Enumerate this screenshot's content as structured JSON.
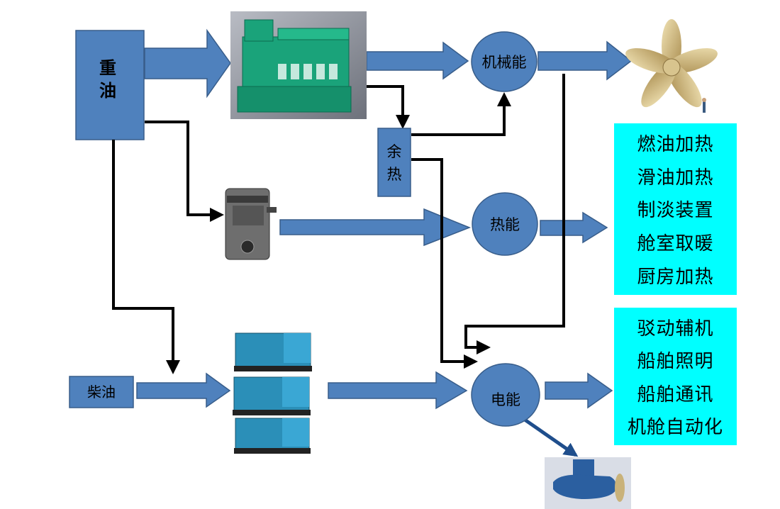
{
  "nodes": {
    "heavy_oil": "重油",
    "waste_heat": "余热",
    "mechanical_energy": "机械能",
    "thermal_energy": "热能",
    "electrical_energy": "电能",
    "diesel_oil": "柴油"
  },
  "heat_uses": [
    "燃油加热",
    "滑油加热",
    "制淡装置",
    "舱室取暖",
    "厨房加热"
  ],
  "electric_uses": [
    "驳动辅机",
    "船舶照明",
    "船舶通讯",
    "机舱自动化"
  ],
  "colors": {
    "box_fill": "#4F81BD",
    "box_stroke": "#385D8A",
    "panel_fill": "#00FFFF",
    "line": "#000000",
    "engine": "#1AA37A",
    "genset": "#2B8FB8",
    "boiler": "#6E6E6E",
    "propeller": "#C9B27A",
    "pod": "#2B5FA0",
    "pod_arrow": "#1F4E8C"
  },
  "icons": [
    "main-engine-icon",
    "boiler-icon",
    "generator-set-icon",
    "propeller-icon",
    "pod-thruster-icon"
  ]
}
